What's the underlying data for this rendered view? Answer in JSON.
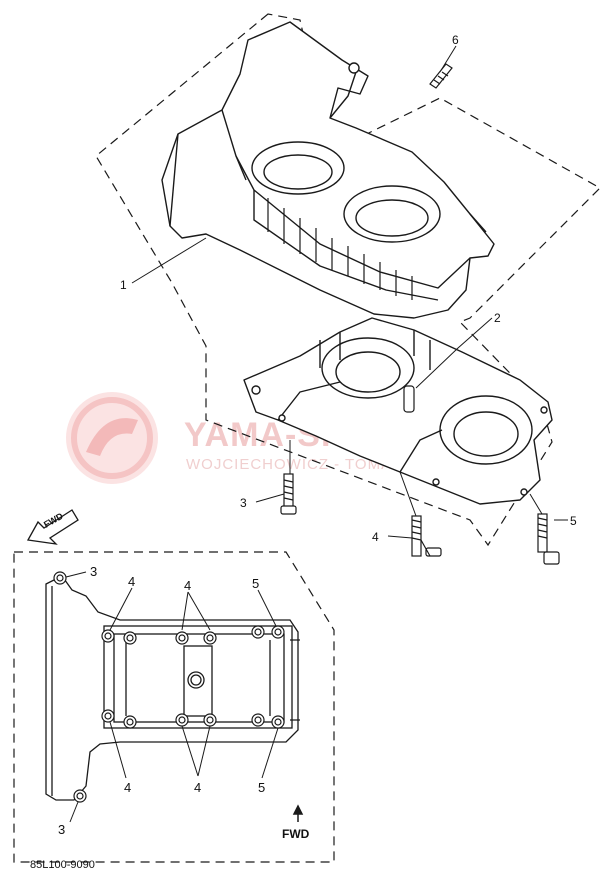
{
  "diagram": {
    "callouts_main": [
      "1",
      "2",
      "3",
      "4",
      "5",
      "6"
    ],
    "callouts_detail": {
      "left_top": "3",
      "left_bottom": "3",
      "top_a": "4",
      "top_b": "4",
      "top_c": "5",
      "bottom_a": "4",
      "bottom_b": "4",
      "bottom_c": "5"
    },
    "fwd_arrow_label": "FWD",
    "fwd_detail_label": "FWD",
    "drawing_code": "85L100-9090",
    "watermark": {
      "title": "YAMA-SKLEP.PL",
      "subtitle": "WOJCIECHOWICZ - TOMAS"
    },
    "colors": {
      "line": "#1a1a1a",
      "watermark": "#f2c9c9"
    }
  }
}
